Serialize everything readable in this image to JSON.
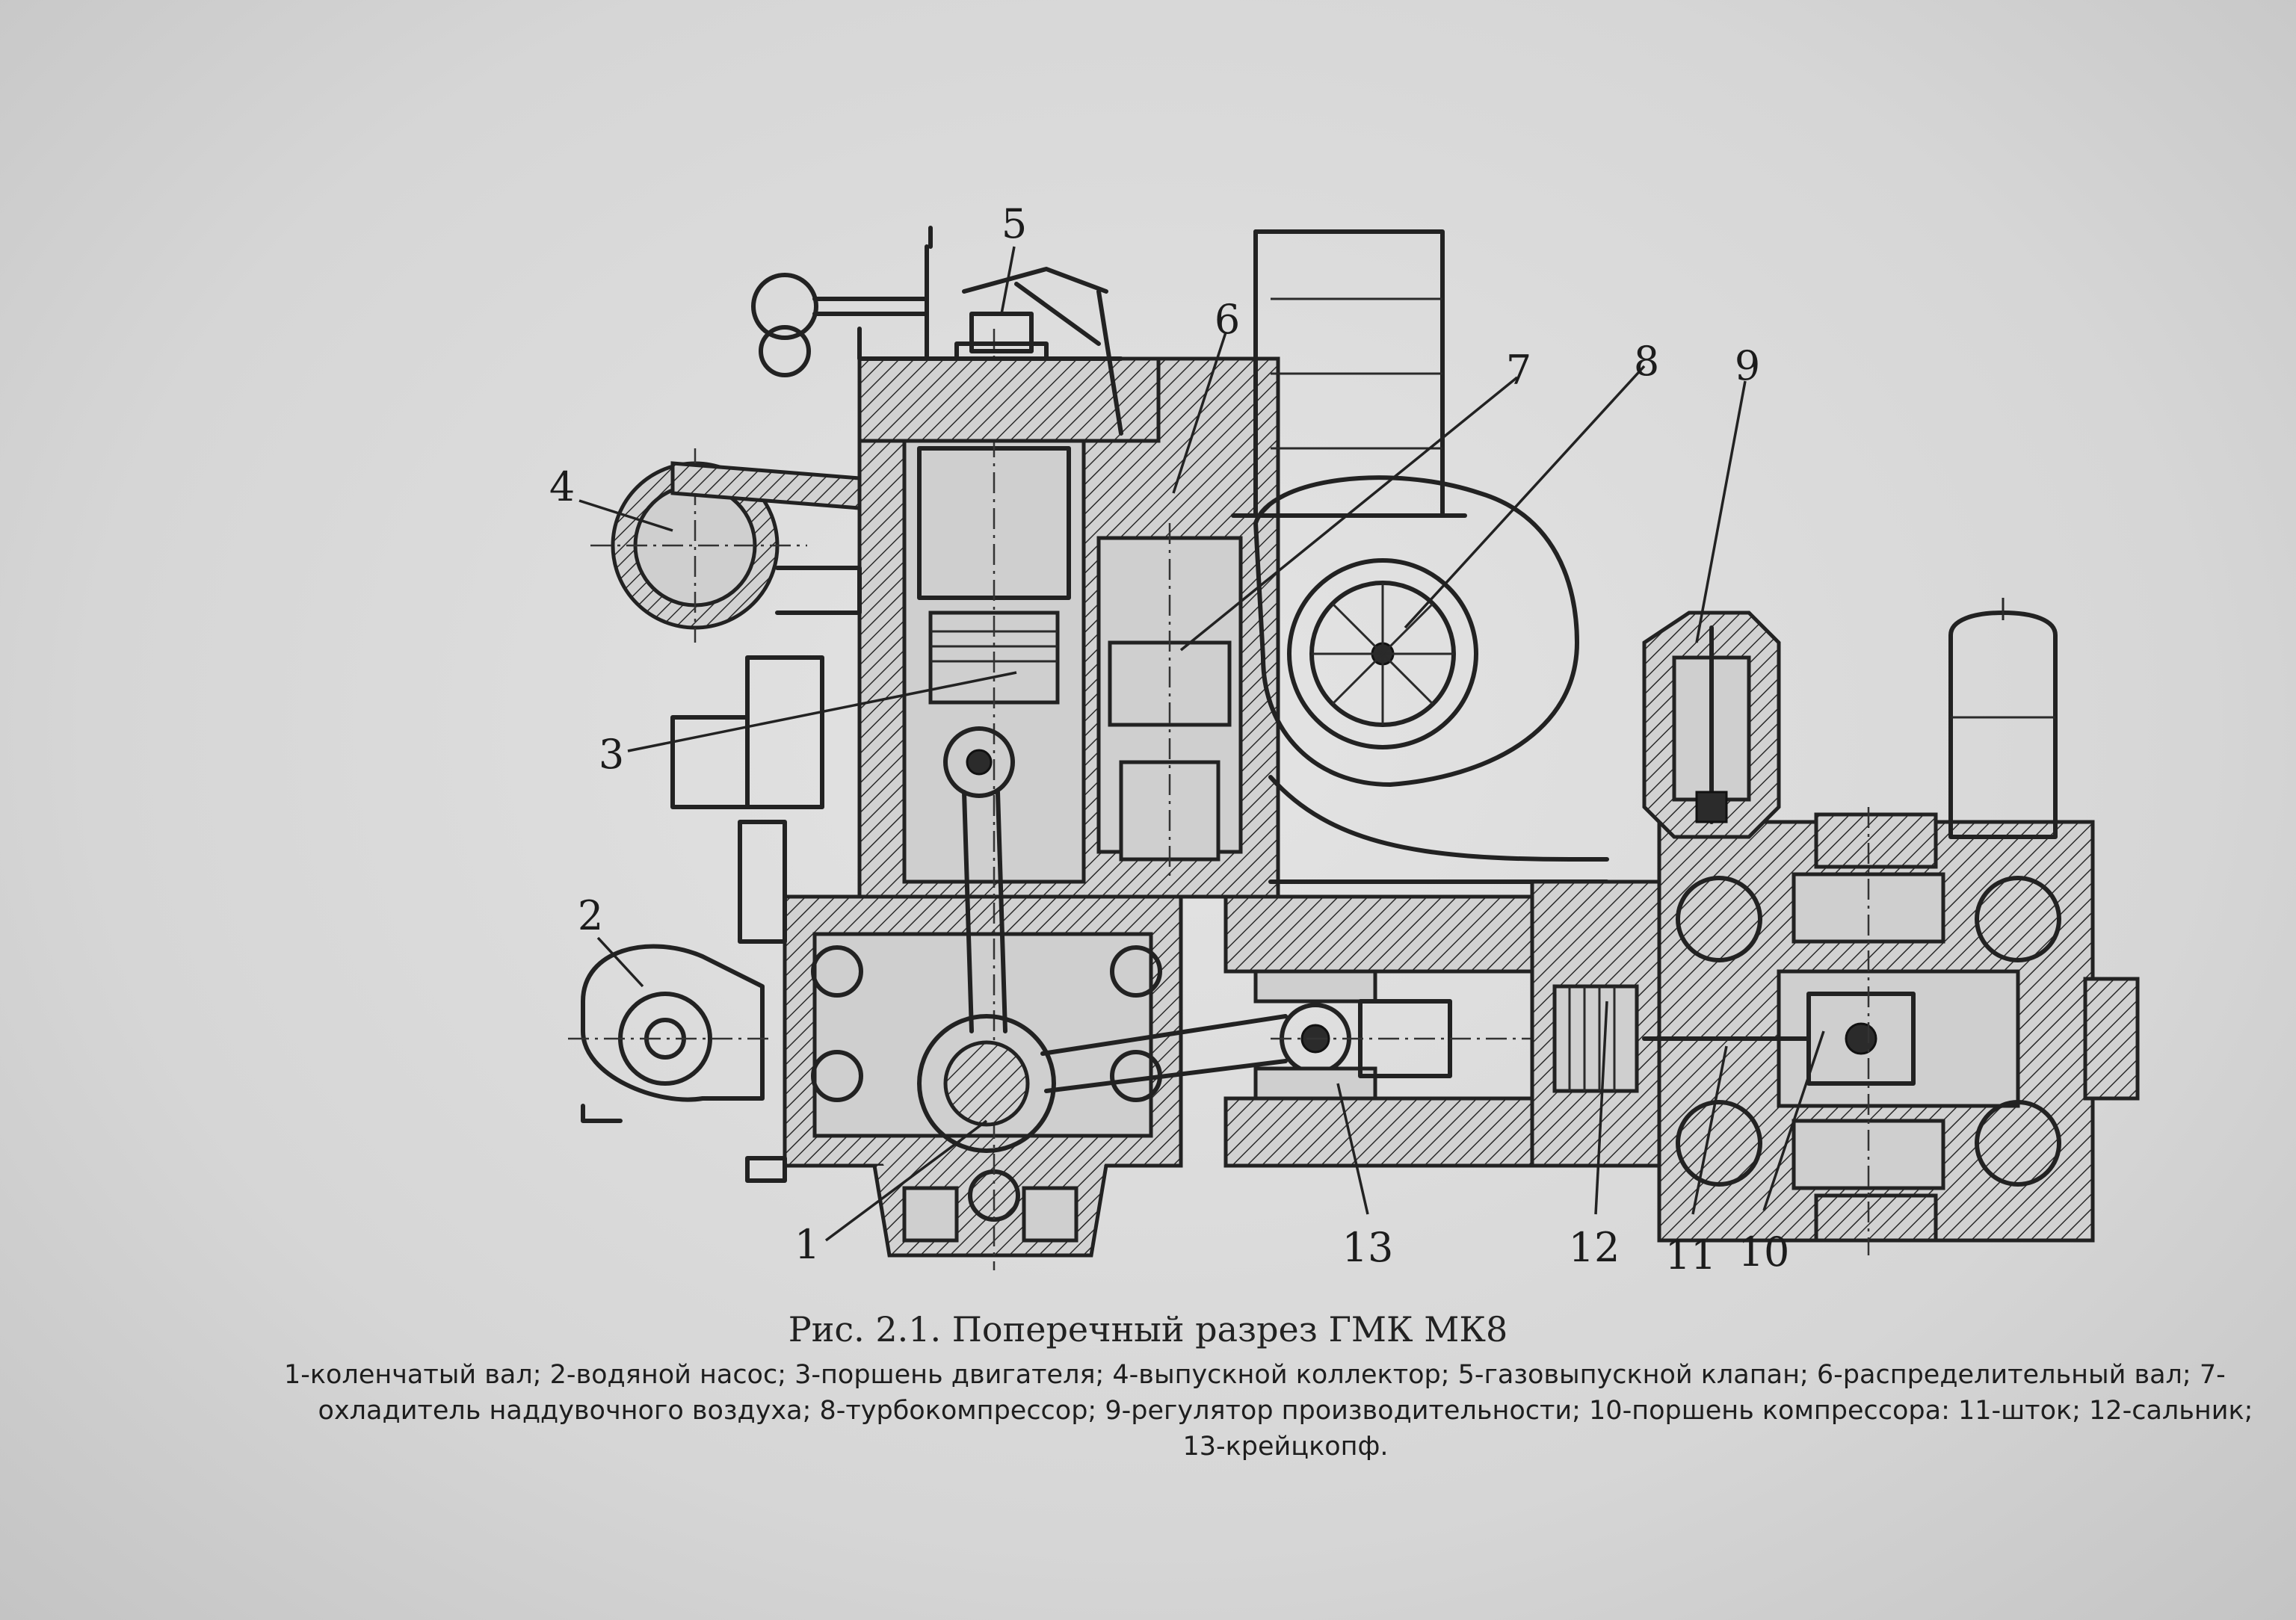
{
  "figure": {
    "labels": [
      {
        "id": "1",
        "text": "1"
      },
      {
        "id": "2",
        "text": "2"
      },
      {
        "id": "3",
        "text": "3"
      },
      {
        "id": "4",
        "text": "4"
      },
      {
        "id": "5",
        "text": "5"
      },
      {
        "id": "6",
        "text": "6"
      },
      {
        "id": "7",
        "text": "7"
      },
      {
        "id": "8",
        "text": "8"
      },
      {
        "id": "9",
        "text": "9"
      },
      {
        "id": "10",
        "text": "10"
      },
      {
        "id": "11",
        "text": "11"
      },
      {
        "id": "12",
        "text": "12"
      },
      {
        "id": "13",
        "text": "13"
      }
    ],
    "caption": "Рис. 2.1. Поперечный разрез ГМК МК8",
    "legend_lines": [
      "1-коленчатый вал; 2-водяной насос; 3-поршень двигателя; 4-выпускной коллектор; 5-газовыпускной клапан; 6-распределительный вал; 7-",
      "охладитель наддувочного воздуха; 8-турбокомпрессор; 9-регулятор производительности; 10-поршень компрессора: 11-шток; 12-сальник;",
      "13-крейцкопф."
    ]
  }
}
